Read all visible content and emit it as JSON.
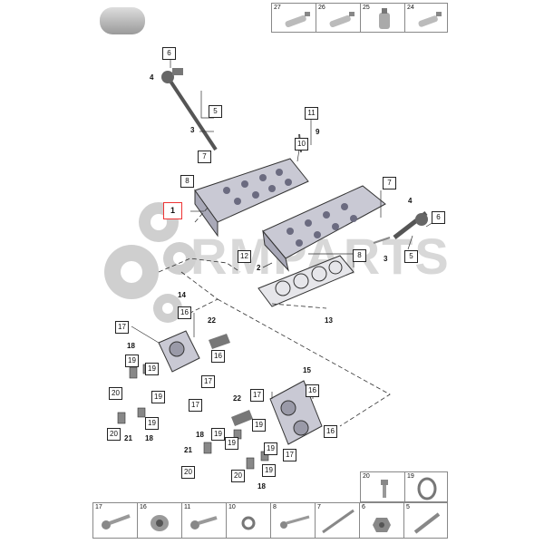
{
  "watermark": "RMPARTS",
  "top_strip": [
    {
      "label": "27",
      "icon": "tube-icon"
    },
    {
      "label": "26",
      "icon": "tube-icon"
    },
    {
      "label": "25",
      "icon": "bottle-icon"
    },
    {
      "label": "24",
      "icon": "tube-icon"
    }
  ],
  "callouts": {
    "c1": "1",
    "c2": "2",
    "c3": "3",
    "c3b": "3",
    "c4": "4",
    "c4b": "4",
    "c5": "5",
    "c5b": "5",
    "c6": "6",
    "c6b": "6",
    "c7": "7",
    "c7b": "7",
    "c8": "8",
    "c8b": "8",
    "c9": "9",
    "c10": "10",
    "c11": "11",
    "c12": "12",
    "c13": "13",
    "c14": "14",
    "c15": "15",
    "c16a": "16",
    "c16b": "16",
    "c16c": "16",
    "c16d": "16",
    "c17a": "17",
    "c17b": "17",
    "c17c": "17",
    "c17d": "17",
    "c18a": "18",
    "c18b": "18",
    "c18c": "18",
    "c18d": "18",
    "c19a": "19",
    "c19b": "19",
    "c19c": "19",
    "c19d": "19",
    "c19e": "19",
    "c19f": "19",
    "c19g": "19",
    "c19h": "19",
    "c20a": "20",
    "c20b": "20",
    "c20c": "20",
    "c20d": "20",
    "c21a": "21",
    "c21b": "21",
    "c22a": "22",
    "c22b": "22"
  },
  "right_small": [
    {
      "label": "20",
      "icon": "bolt-icon"
    },
    {
      "label": "19",
      "icon": "seal-ring-icon"
    }
  ],
  "bottom_strip": [
    {
      "label": "17",
      "icon": "bolt-icon"
    },
    {
      "label": "16",
      "icon": "sleeve-icon"
    },
    {
      "label": "11",
      "icon": "bolt-icon"
    },
    {
      "label": "10",
      "icon": "washer-icon"
    },
    {
      "label": "8",
      "icon": "bolt-icon"
    },
    {
      "label": "7",
      "icon": "long-bolt-icon"
    },
    {
      "label": "6",
      "icon": "nut-icon"
    },
    {
      "label": "5",
      "icon": "stud-icon"
    }
  ]
}
